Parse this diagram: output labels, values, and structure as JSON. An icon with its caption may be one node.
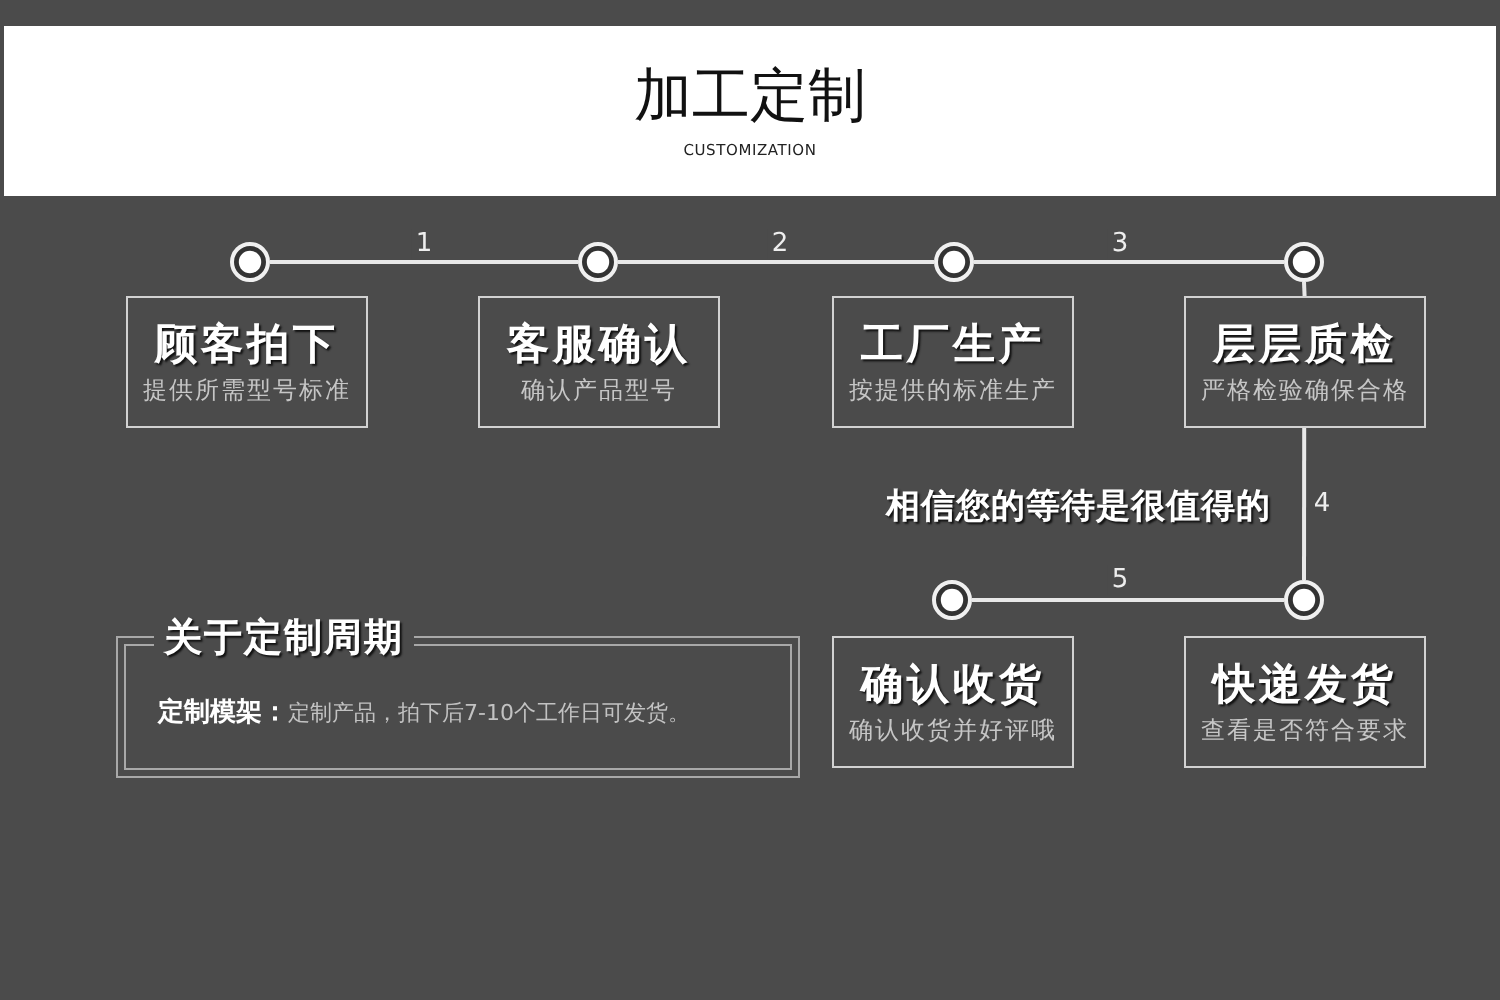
{
  "diagram": {
    "title": "加工定制",
    "nodes": [
      {
        "text": [],
        "shape": "circle"
      },
      {
        "text": [],
        "shape": "circle"
      },
      {
        "text": [],
        "shape": "circle"
      },
      {
        "text": [],
        "shape": "circle"
      },
      {
        "text": [
          "顾客拍下",
          "提供所需型号标准"
        ]
      },
      {
        "text": [
          "客服确认",
          "确认产品型号"
        ]
      },
      {
        "text": [
          "工厂生产",
          "按提供的标准生产"
        ]
      },
      {
        "text": [
          "层层质检",
          "严格检验确保合格"
        ]
      },
      {
        "text": [],
        "shape": "circle"
      },
      {
        "text": [],
        "shape": "circle"
      },
      {
        "text": [
          "关于定制周期",
          "**定制模架：**定制产品，拍下后7-10个工作日可发货。"
        ]
      },
      {
        "text": [
          "确认收货",
          "确认收货并好评哦"
        ]
      },
      {
        "text": [
          "快递发货",
          "查看是否符合要求"
        ]
      }
    ],
    "edges": [
      {
        "from": 0,
        "to": 1,
        "arrow": "none",
        "label": "1"
      },
      {
        "from": 1,
        "to": 2,
        "arrow": "none",
        "label": "2"
      },
      {
        "from": 2,
        "to": 3,
        "arrow": "none",
        "label": "3"
      },
      {
        "from": 3,
        "to": 7,
        "arrow": "none"
      },
      {
        "from": 7,
        "to": 9,
        "arrow": "none",
        "label": "4"
      },
      {
        "from": 9,
        "to": 8,
        "arrow": "none",
        "label": "5"
      }
    ],
    "labels": [
      "CUSTOMIZATION",
      "相信您的等待是很值得的"
    ]
  }
}
